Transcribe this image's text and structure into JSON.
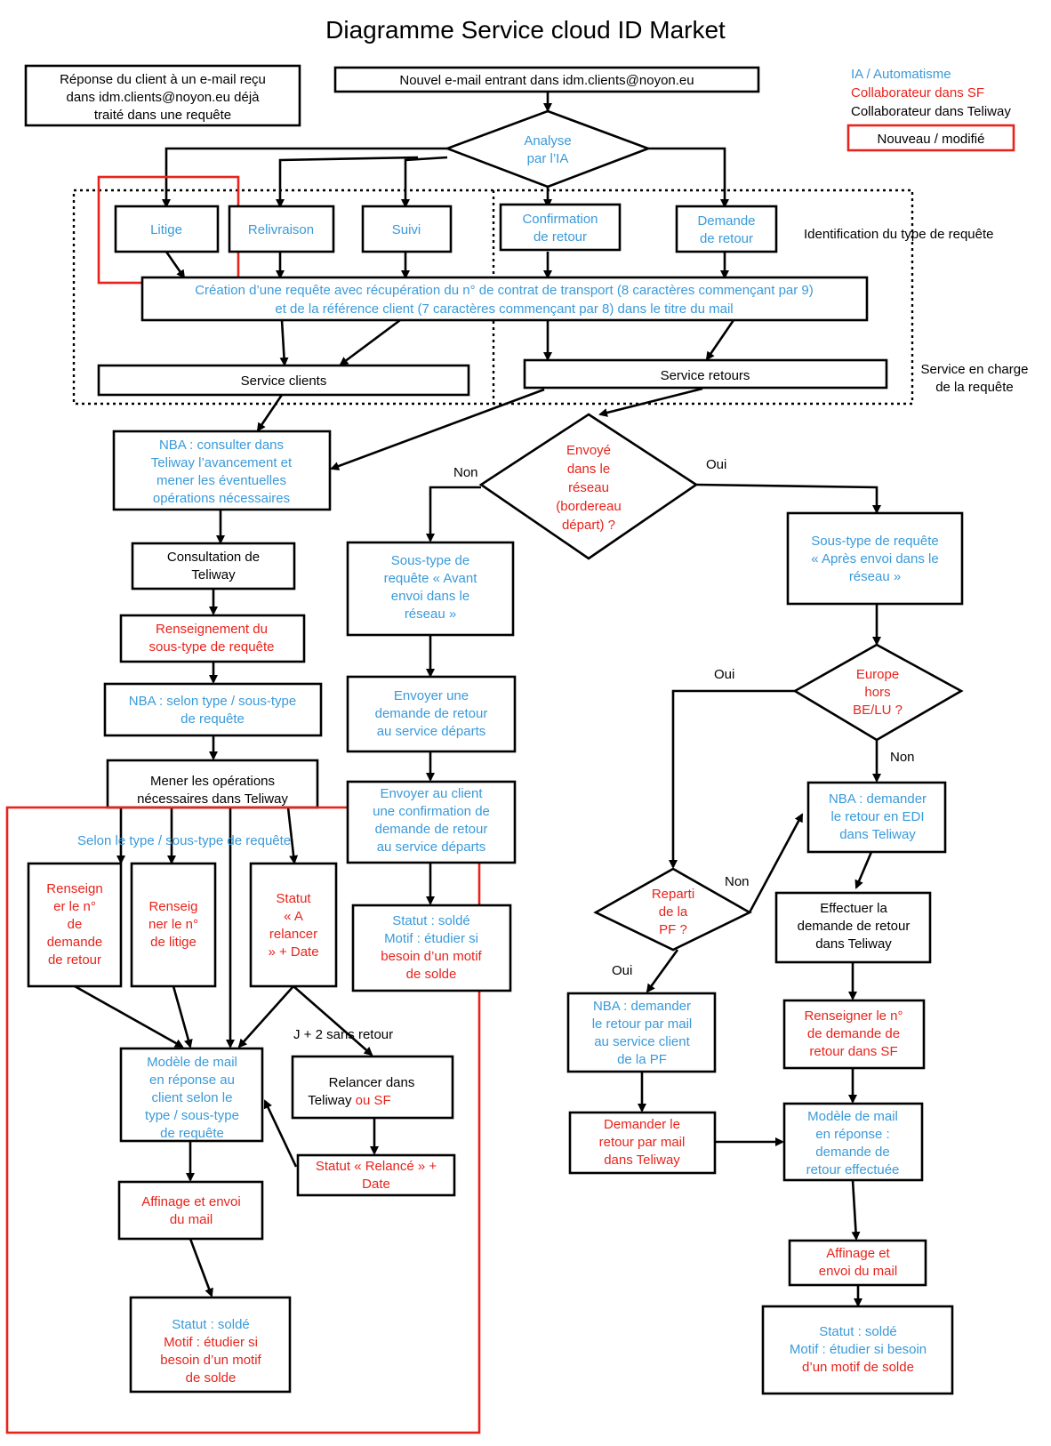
{
  "title": "Diagramme Service cloud ID Market",
  "legend": {
    "ia": "IA / Automatisme",
    "sf": "Collaborateur dans SF",
    "teliway": "Collaborateur dans Teliway",
    "new": "Nouveau / modifié",
    "colors": {
      "ia": "#3a9ad9",
      "sf": "#e8231b",
      "teliway": "#000000",
      "new_border": "#e8231b"
    }
  },
  "nodes": {
    "reply_email": [
      "Réponse du client à un e-mail reçu",
      "dans idm.clients@noyon.eu déjà",
      "traité dans une requête"
    ],
    "new_email": [
      "Nouvel e-mail entrant dans idm.clients@noyon.eu"
    ],
    "analyse": [
      "Analyse",
      "par l’IA"
    ],
    "litige": [
      "Litige"
    ],
    "relivraison": [
      "Relivraison"
    ],
    "suivi": [
      "Suivi"
    ],
    "confirmation": [
      "Confirmation",
      "de retour"
    ],
    "demande_retour": [
      "Demande",
      "de retour"
    ],
    "identification_label": [
      "Identification du type de requête"
    ],
    "creation": [
      "Création d’une requête avec récupération du n° de contrat de transport (8 caractères commençant par 9)",
      "et de la référence client (7 caractères commençant par 8) dans le titre du mail"
    ],
    "service_clients": [
      "Service clients"
    ],
    "service_retours": [
      "Service retours"
    ],
    "service_label": [
      "Service en charge",
      "de la requête"
    ],
    "nba_consulter": [
      "NBA : consulter dans",
      "Teliway l’avancement et",
      "mener les éventuelles",
      "opérations nécessaires"
    ],
    "envoye": [
      "Envoyé",
      "dans le",
      "réseau",
      "(bordereau",
      "départ) ?"
    ],
    "non1": [
      "Non"
    ],
    "oui1": [
      "Oui"
    ],
    "consultation": [
      "Consultation de",
      "Teliway"
    ],
    "renseignement_soustype": [
      "Renseignement du",
      "sous-type de requête"
    ],
    "nba_selon": [
      "NBA : selon type / sous-type",
      "de requête"
    ],
    "mener": [
      "Mener les opérations",
      "nécessaires dans Teliway"
    ],
    "selon_label": [
      "Selon le type / sous-type de requête"
    ],
    "renseigner_retour": [
      "Renseign",
      "er le n°",
      "de",
      "demande",
      "de retour"
    ],
    "renseigner_litige": [
      "Renseig",
      "ner le n°",
      "de litige"
    ],
    "statut_relancer": [
      "Statut",
      "« A",
      "relancer",
      "» + Date"
    ],
    "j2_label": [
      "J + 2 sans retour"
    ],
    "modele_mail": [
      "Modèle de mail",
      "en réponse au",
      "client selon le",
      "type / sous-type",
      "de requête"
    ],
    "relancer": [
      "Relancer dans",
      "Teliway ",
      "ou SF"
    ],
    "statut_relance": [
      "Statut « Relancé » +",
      "Date"
    ],
    "affinage_left": [
      "Affinage et envoi",
      "du mail"
    ],
    "solde_left": [
      "Statut : soldé",
      "Motif : étudier si",
      "besoin d’un motif",
      "de solde"
    ],
    "soustype_avant": [
      "Sous-type de",
      "requête « Avant",
      "envoi dans le",
      "réseau »"
    ],
    "envoyer_demande": [
      "Envoyer une",
      "demande de retour",
      "au service départs"
    ],
    "envoyer_client": [
      "Envoyer au client",
      "une confirmation de",
      "demande de retour",
      "au service départs"
    ],
    "solde_mid": [
      "Statut : soldé",
      "Motif : étudier si",
      "besoin d’un motif",
      "de solde"
    ],
    "soustype_apres": [
      "Sous-type de requête",
      "« Après envoi dans le",
      "réseau »"
    ],
    "europe": [
      "Europe",
      "hors",
      "BE/LU ?"
    ],
    "oui2": [
      "Oui"
    ],
    "non2": [
      "Non"
    ],
    "nba_edi": [
      "NBA : demander",
      "le retour en EDI",
      "dans Teliway"
    ],
    "reparti": [
      "Reparti",
      "de la",
      "PF ?"
    ],
    "non3": [
      "Non"
    ],
    "oui3": [
      "Oui"
    ],
    "effectuer": [
      "Effectuer la",
      "demande de retour",
      "dans Teliway"
    ],
    "nba_mail_pf": [
      "NBA : demander",
      "le retour par mail",
      "au service client",
      "de la PF"
    ],
    "renseigner_sf": [
      "Renseigner le n°",
      "de demande de",
      "retour dans SF"
    ],
    "demander_mail": [
      "Demander le",
      "retour par mail",
      "dans Teliway"
    ],
    "modele_effectuee": [
      "Modèle de mail",
      "en réponse :",
      "demande de",
      "retour effectuée"
    ],
    "affinage_right": [
      "Affinage et",
      "envoi du mail"
    ],
    "solde_right": [
      "Statut : soldé",
      "Motif : étudier si besoin",
      "d’un motif de solde"
    ]
  }
}
